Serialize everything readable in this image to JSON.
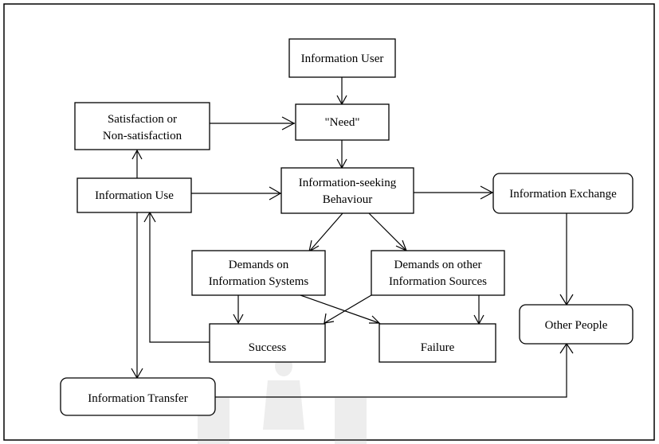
{
  "nodes": {
    "information_user": {
      "lines": [
        "Information User"
      ]
    },
    "need": {
      "lines": [
        "\"Need\""
      ]
    },
    "satisfaction": {
      "lines": [
        "Satisfaction or",
        "Non-satisfaction"
      ]
    },
    "information_use": {
      "lines": [
        "Information Use"
      ]
    },
    "seeking_behaviour": {
      "lines": [
        "Information-seeking",
        "Behaviour"
      ]
    },
    "information_exchange": {
      "lines": [
        "Information Exchange"
      ]
    },
    "demands_systems": {
      "lines": [
        "Demands on",
        "Information Systems"
      ]
    },
    "demands_sources": {
      "lines": [
        "Demands on other",
        "Information Sources"
      ]
    },
    "success": {
      "lines": [
        "Success"
      ]
    },
    "failure": {
      "lines": [
        "Failure"
      ]
    },
    "other_people": {
      "lines": [
        "Other People"
      ]
    },
    "information_transfer": {
      "lines": [
        "Information Transfer"
      ]
    }
  }
}
